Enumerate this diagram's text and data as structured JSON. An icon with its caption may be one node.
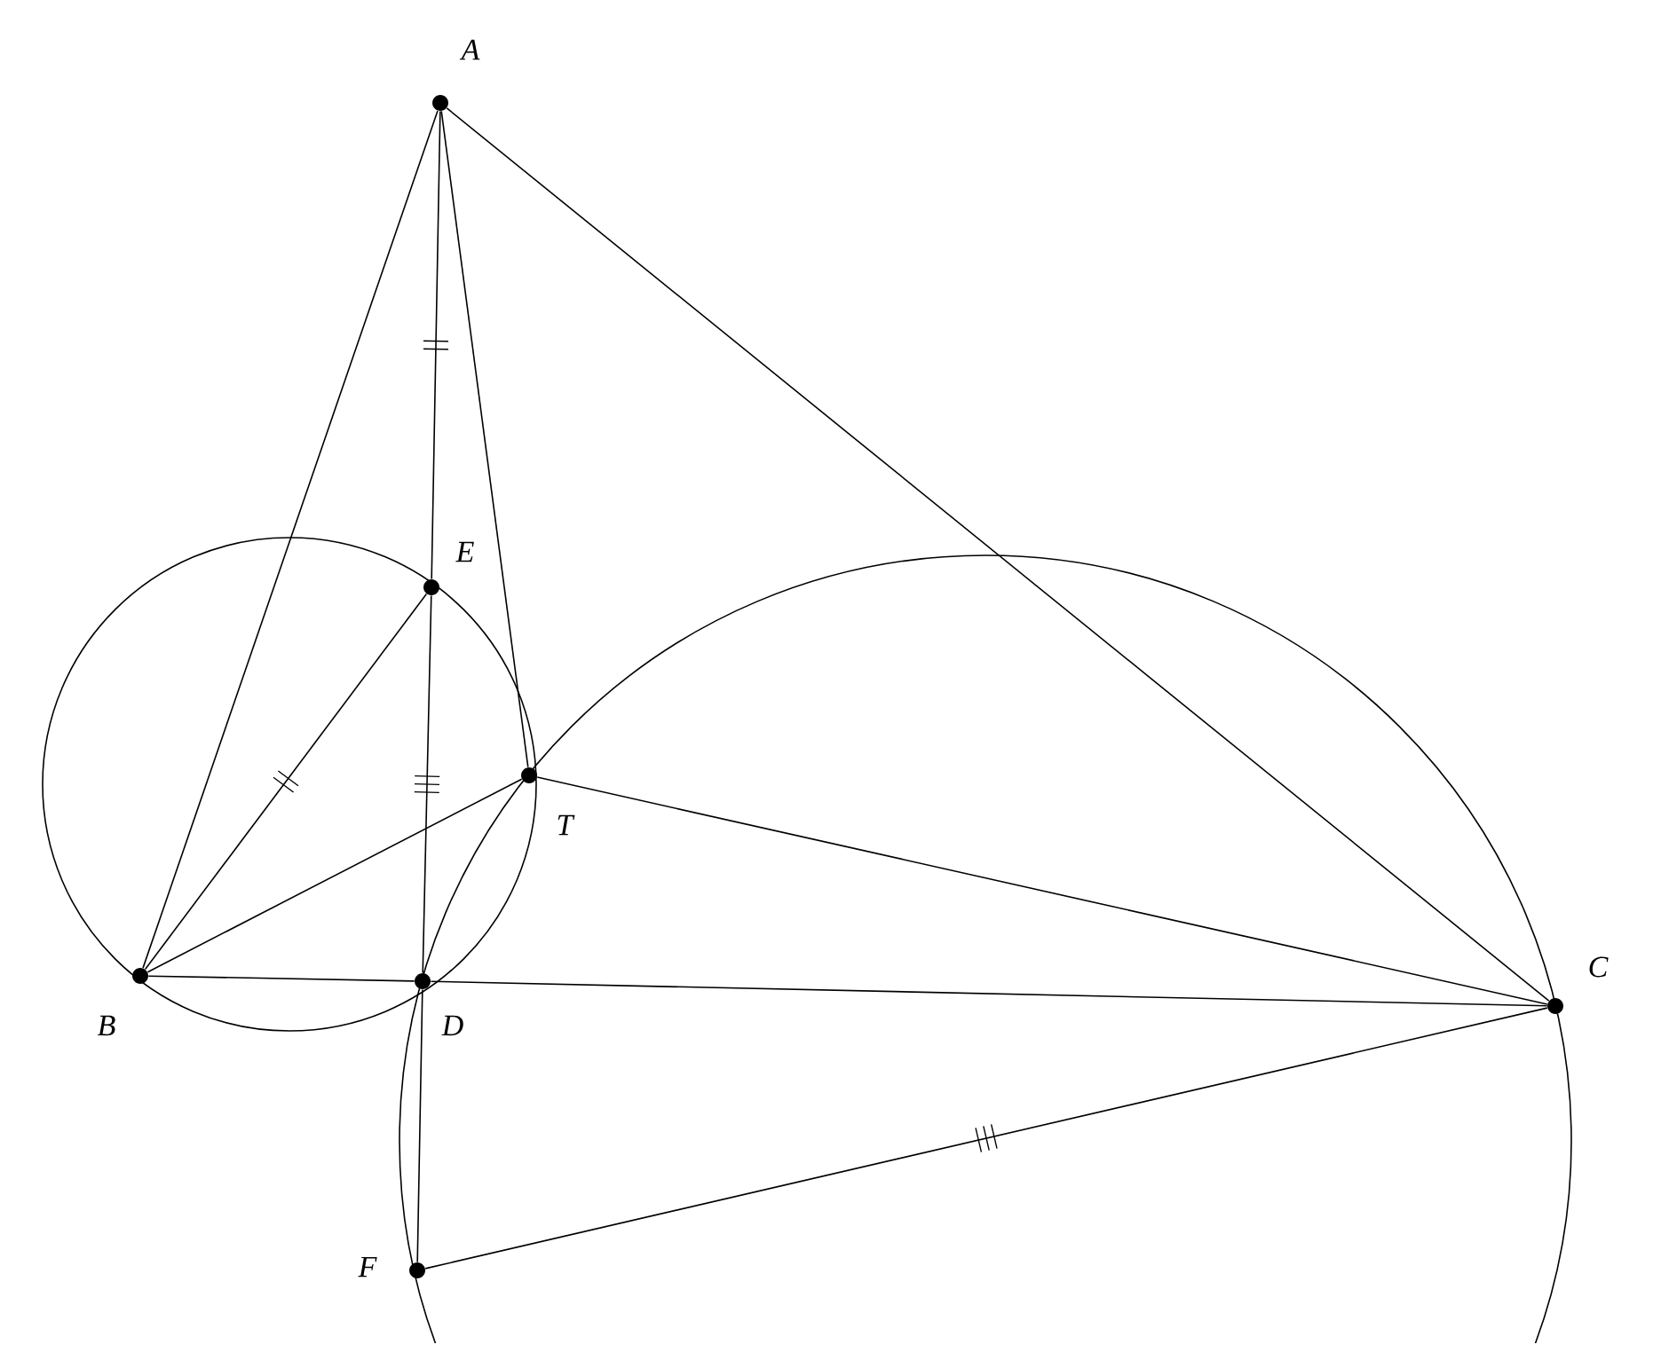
{
  "diagram": {
    "nodes": [
      {
        "text": [],
        "shape": "circle",
        "beside": [
          "A"
        ]
      },
      {
        "text": [],
        "shape": "circle",
        "beside": [
          "E"
        ]
      },
      {
        "text": [],
        "shape": "circle",
        "beside": [
          "T"
        ]
      },
      {
        "text": [],
        "shape": "circle",
        "beside": [
          "B"
        ]
      },
      {
        "text": [],
        "shape": "circle",
        "beside": [
          "D"
        ]
      },
      {
        "text": [],
        "shape": "circle",
        "beside": [
          "C"
        ]
      },
      {
        "text": [],
        "shape": "circle",
        "beside": [
          "F"
        ]
      }
    ],
    "edges": [
      {
        "from": 0,
        "to": 3,
        "arrow": "none"
      },
      {
        "from": 0,
        "to": 5,
        "arrow": "none"
      },
      {
        "from": 0,
        "to": 1,
        "arrow": "none"
      },
      {
        "from": 0,
        "to": 2,
        "arrow": "none"
      },
      {
        "from": 1,
        "to": 4,
        "arrow": "none"
      },
      {
        "from": 4,
        "to": 6,
        "arrow": "none"
      },
      {
        "from": 3,
        "to": 1,
        "arrow": "none"
      },
      {
        "from": 3,
        "to": 2,
        "arrow": "none"
      },
      {
        "from": 3,
        "to": 4,
        "arrow": "none"
      },
      {
        "from": 4,
        "to": 5,
        "arrow": "none"
      },
      {
        "from": 2,
        "to": 5,
        "arrow": "none"
      },
      {
        "from": 6,
        "to": 5,
        "arrow": "none"
      }
    ]
  }
}
